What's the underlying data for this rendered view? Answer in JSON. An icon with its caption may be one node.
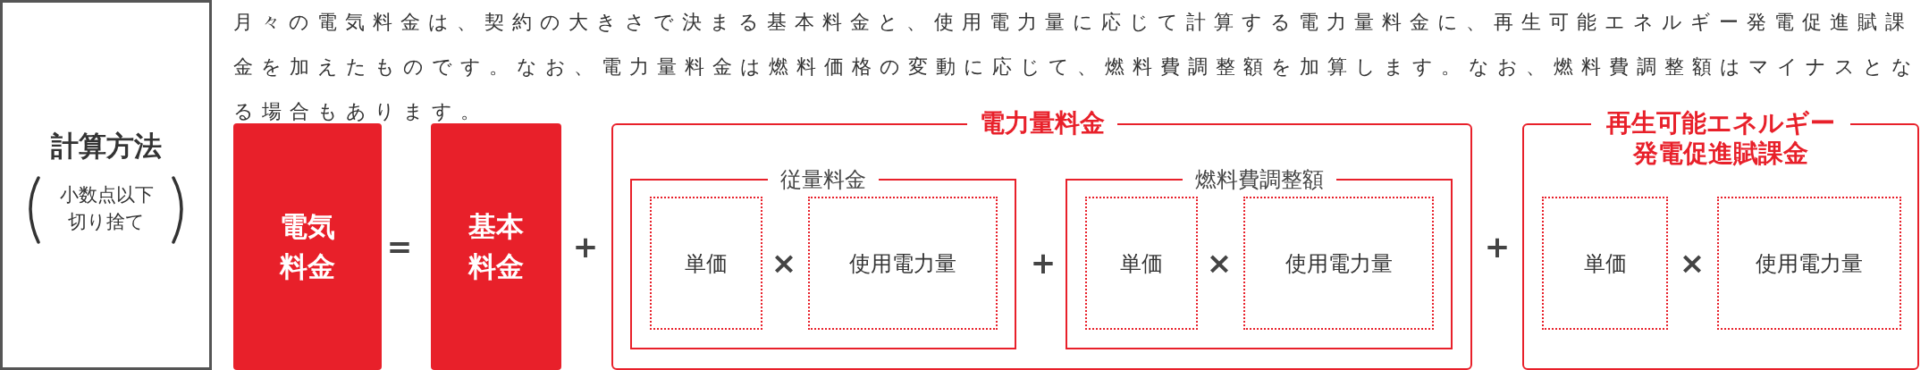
{
  "diagram": {
    "nodes": [
      {
        "text": [
          "計算方法",
          "小数点以下切り捨て"
        ]
      },
      {
        "text": [
          "電気料金"
        ]
      },
      {
        "text": [
          "基本料金"
        ]
      },
      {
        "text": [
          "電力量料金"
        ]
      },
      {
        "text": [
          "従量料金"
        ],
        "in": 3
      },
      {
        "text": [
          "単価"
        ],
        "in": 4
      },
      {
        "text": [
          "使用電力量"
        ],
        "in": 4
      },
      {
        "text": [
          "燃料費調整額"
        ],
        "in": 3
      },
      {
        "text": [
          "単価"
        ],
        "in": 7
      },
      {
        "text": [
          "使用電力量"
        ],
        "in": 7
      },
      {
        "text": [
          "再生可能エネルギー発電促進賦課金"
        ]
      },
      {
        "text": [
          "単価"
        ],
        "in": 10
      },
      {
        "text": [
          "使用電力量"
        ],
        "in": 10
      }
    ],
    "labels": [
      "月々の電気料金は、契約の大きさで決まる基本料金と、使用電力量に応じて計算する電力量料金に、再生可能エネルギー発電促進賦課金を加えたものです。なお、電力量料金は燃料価格の変動に応じて、燃料費調整額を加算します。なお、燃料費調整額はマイナスとなる場合もあります。",
      "=",
      "+",
      "×",
      "+",
      "×",
      "+",
      "×"
    ]
  }
}
